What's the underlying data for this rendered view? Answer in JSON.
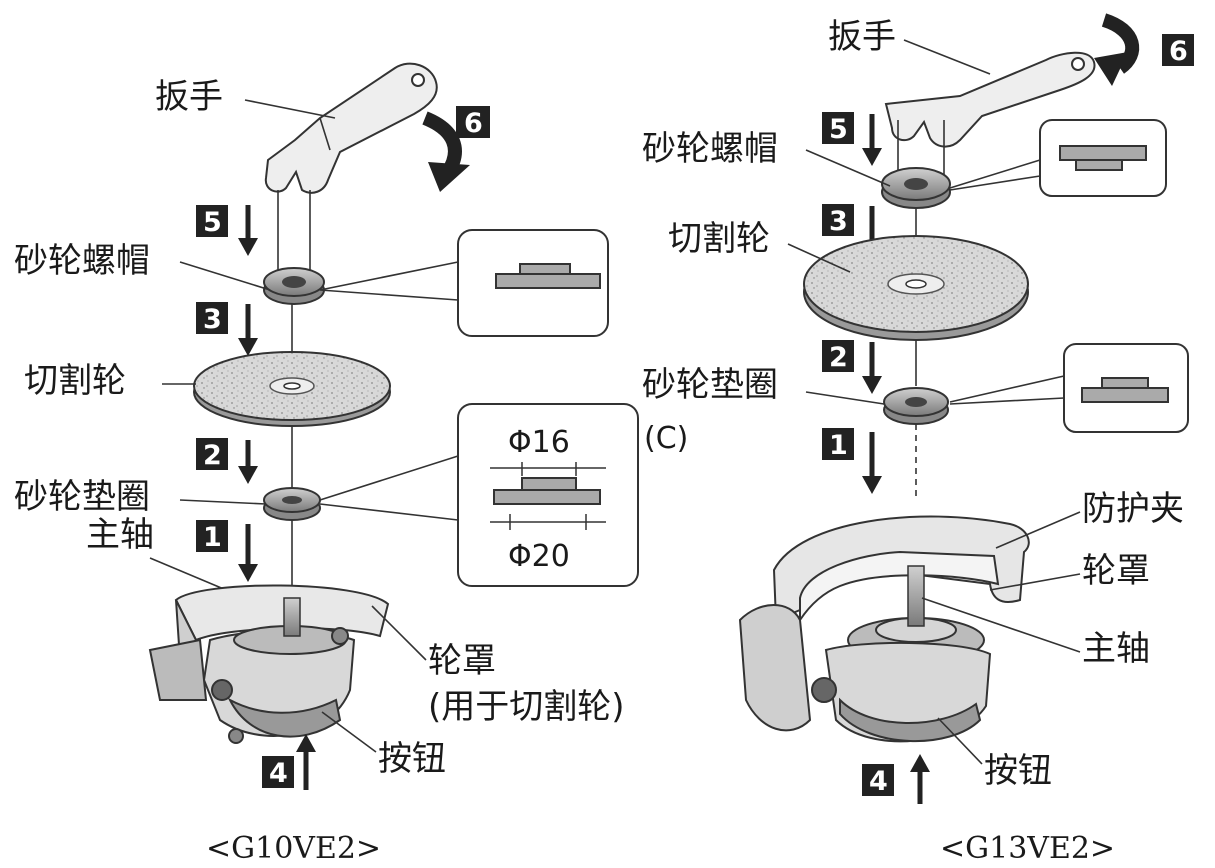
{
  "left": {
    "model": "<G10VE2>",
    "labels": {
      "wrench": "扳手",
      "wheel_nut": "砂轮螺帽",
      "cutting_wheel": "切割轮",
      "wheel_washer": "砂轮垫圈",
      "spindle": "主轴",
      "guard": "轮罩",
      "guard_note": "(用于切割轮)",
      "button": "按钮"
    },
    "detail": {
      "d_top": "Φ16",
      "d_bottom": "Φ20",
      "tag": "(C)"
    },
    "steps": [
      "5",
      "3",
      "2",
      "1",
      "4",
      "6"
    ]
  },
  "right": {
    "model": "<G13VE2>",
    "labels": {
      "wrench": "扳手",
      "wheel_nut": "砂轮螺帽",
      "cutting_wheel": "切割轮",
      "wheel_washer": "砂轮垫圈",
      "guard_clip": "防护夹",
      "guard": "轮罩",
      "spindle": "主轴",
      "button": "按钮"
    },
    "steps": [
      "6",
      "5",
      "3",
      "2",
      "1",
      "4"
    ]
  }
}
